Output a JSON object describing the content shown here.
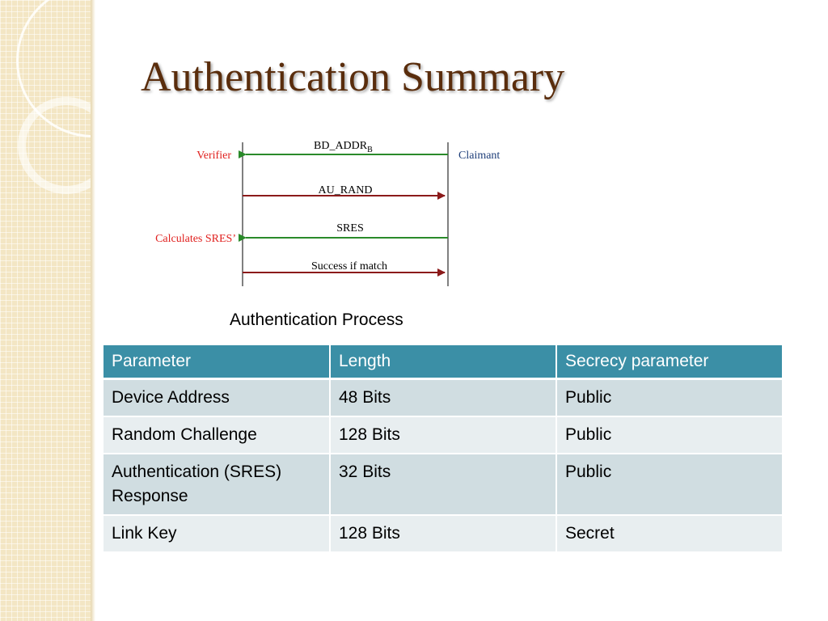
{
  "slide": {
    "title": "Authentication Summary",
    "caption": "Authentication Process"
  },
  "diagram": {
    "left_party": "Verifier",
    "right_party": "Claimant",
    "messages": [
      {
        "label": "BD_ADDR",
        "subscript": "B",
        "direction": "right-to-left",
        "color": "#2a8a2a"
      },
      {
        "label": "AU_RAND",
        "direction": "left-to-right",
        "color": "#8b1a1a"
      },
      {
        "label": "SRES",
        "direction": "right-to-left",
        "color": "#2a8a2a"
      },
      {
        "label": "Success if match",
        "direction": "left-to-right",
        "color": "#8b1a1a"
      }
    ],
    "verifier_note": "Calculates SRES’",
    "colors": {
      "verifier": "#e0201e",
      "claimant": "#1f3f7a",
      "green": "#2a8a2a",
      "red": "#8b1a1a"
    }
  },
  "table": {
    "headers": [
      "Parameter",
      "Length",
      "Secrecy parameter"
    ],
    "rows": [
      [
        "Device Address",
        "48 Bits",
        "Public"
      ],
      [
        "Random Challenge",
        "128 Bits",
        "Public"
      ],
      [
        "Authentication (SRES) Response",
        "32 Bits",
        "Public"
      ],
      [
        "Link Key",
        "128 Bits",
        "Secret"
      ]
    ],
    "colors": {
      "header": "#3b8fa6",
      "row_odd": "#d0dde1",
      "row_even": "#e8eef0"
    }
  }
}
